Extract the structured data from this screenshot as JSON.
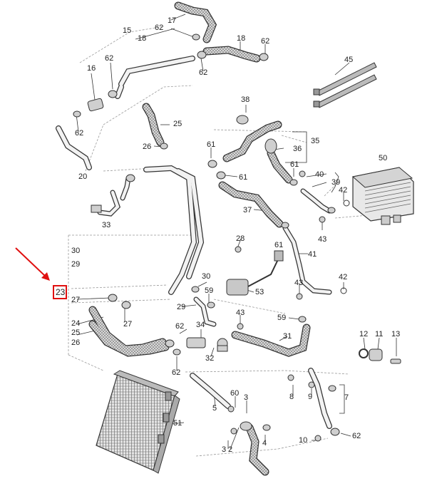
{
  "diagram": {
    "highlight_color": "#e01010",
    "highlighted_part": "23",
    "part_labels": [
      "17",
      "62",
      "15",
      "18",
      "18",
      "62",
      "16",
      "62",
      "62",
      "45",
      "62",
      "20",
      "25",
      "38",
      "26",
      "61",
      "35",
      "36",
      "50",
      "61",
      "61",
      "40",
      "39",
      "42",
      "37",
      "33",
      "28",
      "61",
      "41",
      "43",
      "30",
      "29",
      "30",
      "23",
      "59",
      "53",
      "43",
      "42",
      "27",
      "29",
      "43",
      "59",
      "27",
      "24",
      "25",
      "26",
      "34",
      "62",
      "31",
      "32",
      "12",
      "11",
      "13",
      "62",
      "8",
      "9",
      "7",
      "60",
      "3",
      "5",
      "51",
      "3",
      "2",
      "4",
      "10",
      "62"
    ]
  }
}
